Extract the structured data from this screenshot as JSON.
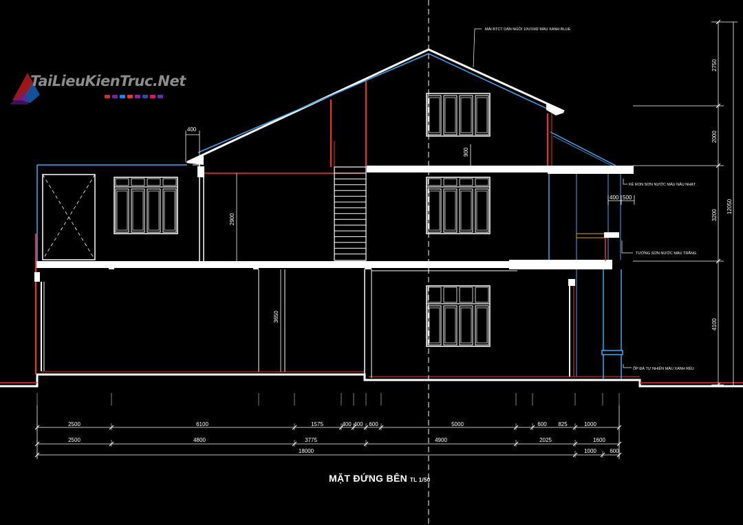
{
  "watermark": {
    "text": "TaiLieuKienTruc.Net",
    "dot_colors": [
      "#c0392b",
      "#7b1fa2",
      "#1e88e5",
      "#e53935",
      "#8e24aa",
      "#3949ab",
      "#d81b60",
      "#5e35b1"
    ]
  },
  "title": {
    "main": "MẶT ĐỨNG BÊN",
    "scale": "TL 1/50"
  },
  "notes": {
    "roof": "MÁI BTCT DÁN NGÓI 10V/1M2 MÀU XANH BLUE",
    "trim": "KẺ RON SƠN NƯỚC MÀU NÂU NHẠT",
    "wall": "TƯỜNG SƠN NƯỚC MÀU TRẮNG",
    "base": "ỐP ĐÁ TỰ NHIÊN MÀU XANH RÊU"
  },
  "dims": {
    "top_400": "400",
    "floor_2900": "2900",
    "ground_3650": "3650",
    "roof_900": "900",
    "side_400": "400",
    "side_500": "500",
    "right_2750": "2750",
    "right_2000": "2000",
    "right_3200": "3200",
    "right_4100": "4100",
    "right_total": "12050",
    "row1": [
      "2500",
      "6100",
      "1575",
      "400",
      "400",
      "600",
      "5000",
      "600",
      "825",
      "1000"
    ],
    "row2": [
      "2500",
      "4800",
      "3775",
      "4900",
      "2025",
      "1600"
    ],
    "row3": [
      "18000",
      "1000",
      "600"
    ]
  },
  "colors": {
    "line": "#ffffff",
    "accent_red": "#ff2a2a",
    "accent_blue": "#3fa9f5",
    "background": "#000000"
  }
}
